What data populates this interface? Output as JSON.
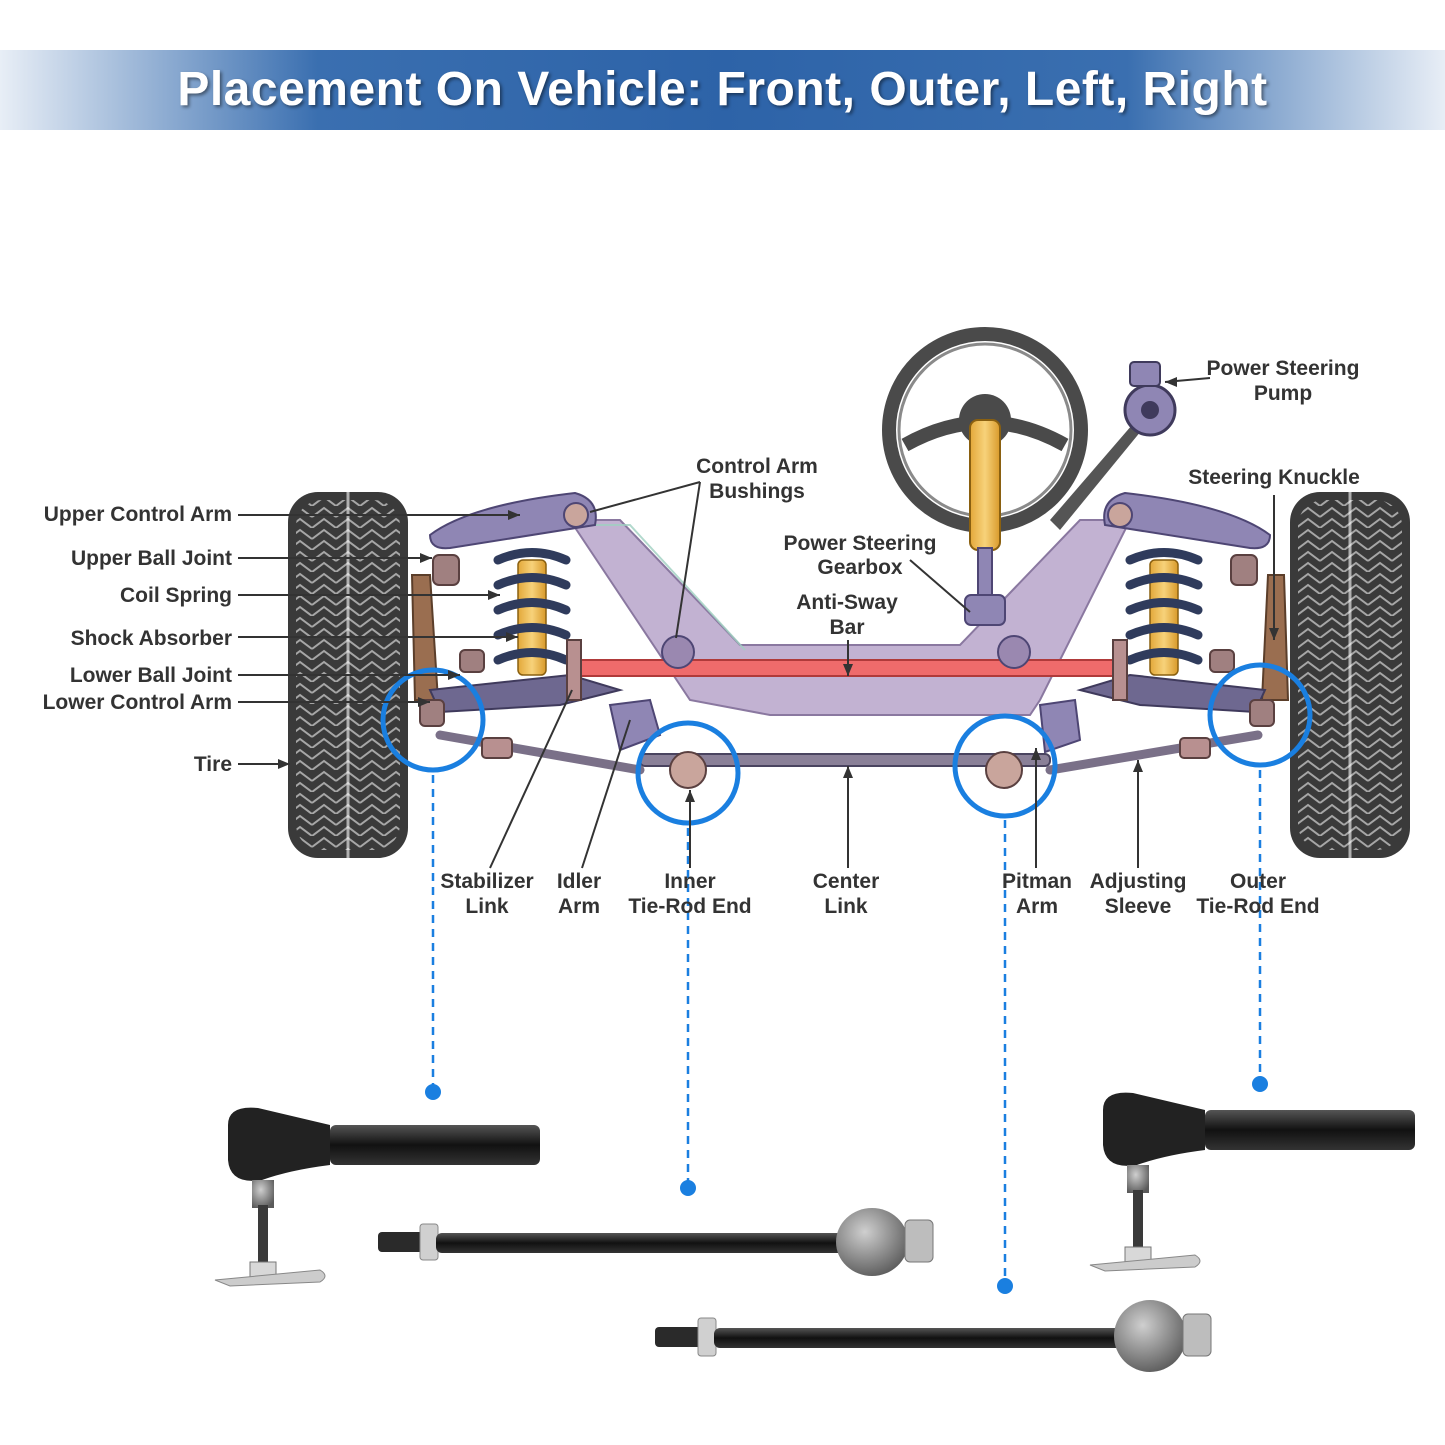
{
  "banner": {
    "title": "Placement On Vehicle: Front, Outer, Left, Right"
  },
  "colors": {
    "banner_blue": "#2d63a8",
    "highlight_blue": "#1a7fe0",
    "frame_purple": "#c2b2d2",
    "anti_sway_bar": "#ef6b6b",
    "shock_yellow": "#f2c14a",
    "spring_navy": "#2f3b5c",
    "tire_dark": "#3a3a3a",
    "part_black": "#222222",
    "label_text": "#333333"
  },
  "labels": {
    "upper_control_arm": "Upper Control Arm",
    "upper_ball_joint": "Upper Ball Joint",
    "coil_spring": "Coil Spring",
    "shock_absorber": "Shock Absorber",
    "lower_ball_joint": "Lower Ball Joint",
    "lower_control_arm": "Lower Control Arm",
    "tire": "Tire",
    "control_arm_bushings": [
      "Control Arm",
      "Bushings"
    ],
    "power_steering_gearbox": [
      "Power Steering",
      "Gearbox"
    ],
    "anti_sway_bar": [
      "Anti-Sway",
      "Bar"
    ],
    "power_steering_pump": [
      "Power Steering",
      "Pump"
    ],
    "steering_knuckle": "Steering Knuckle",
    "stabilizer_link": [
      "Stabilizer",
      "Link"
    ],
    "idler_arm": [
      "Idler",
      "Arm"
    ],
    "inner_tie_rod_end": [
      "Inner",
      "Tie-Rod End"
    ],
    "center_link": [
      "Center",
      "Link"
    ],
    "pitman_arm": [
      "Pitman",
      "Arm"
    ],
    "adjusting_sleeve": [
      "Adjusting",
      "Sleeve"
    ],
    "outer_tie_rod_end": [
      "Outer",
      "Tie-Rod End"
    ]
  }
}
